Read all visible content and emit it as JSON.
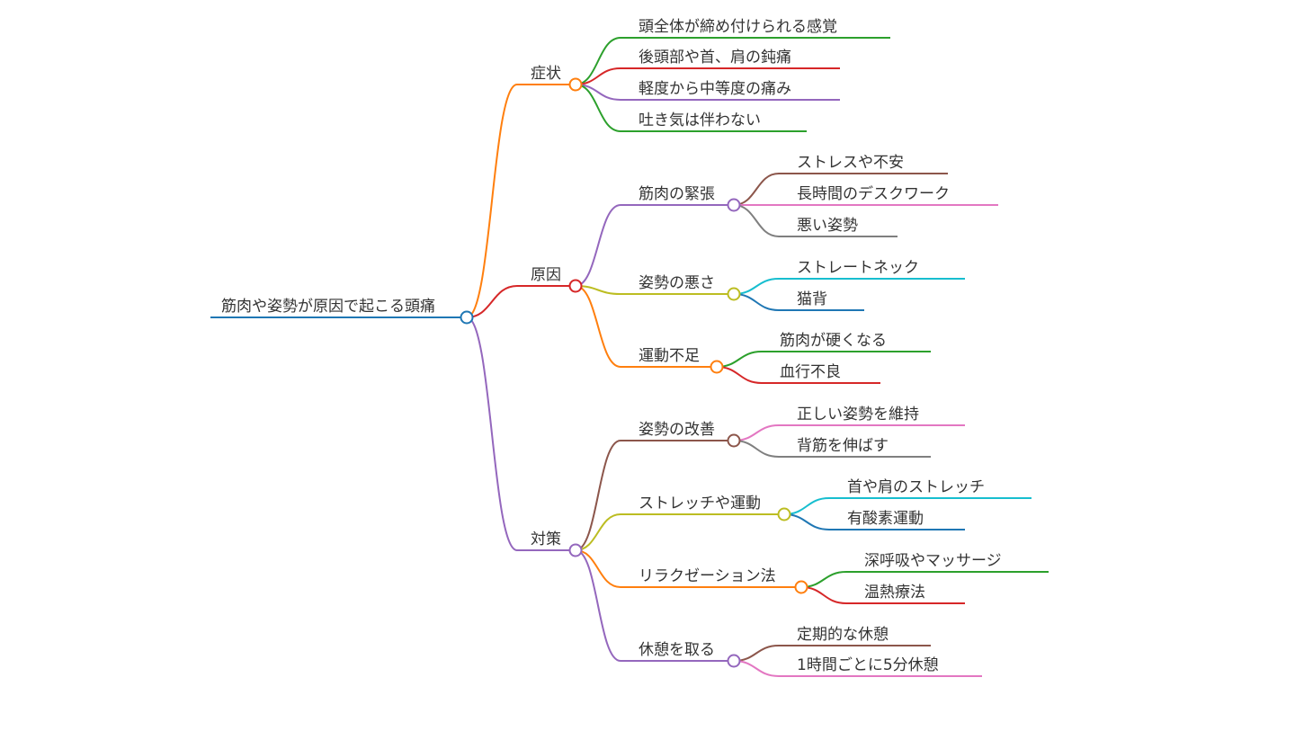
{
  "root": {
    "label": "筋肉や姿勢が原因で起こる頭痛",
    "color": "#1f77b4",
    "children": [
      {
        "label": "症状",
        "color": "#ff7f0e",
        "children": [
          {
            "label": "頭全体が締め付けられる感覚",
            "color": "#2ca02c"
          },
          {
            "label": "後頭部や首、肩の鈍痛",
            "color": "#d62728"
          },
          {
            "label": "軽度から中等度の痛み",
            "color": "#9467bd"
          },
          {
            "label": "吐き気は伴わない",
            "color": "#2ca02c"
          }
        ]
      },
      {
        "label": "原因",
        "color": "#d62728",
        "children": [
          {
            "label": "筋肉の緊張",
            "color": "#9467bd",
            "children": [
              {
                "label": "ストレスや不安",
                "color": "#8c564b"
              },
              {
                "label": "長時間のデスクワーク",
                "color": "#e377c2"
              },
              {
                "label": "悪い姿勢",
                "color": "#7f7f7f"
              }
            ]
          },
          {
            "label": "姿勢の悪さ",
            "color": "#bcbd22",
            "children": [
              {
                "label": "ストレートネック",
                "color": "#17becf"
              },
              {
                "label": "猫背",
                "color": "#1f77b4"
              }
            ]
          },
          {
            "label": "運動不足",
            "color": "#ff7f0e",
            "children": [
              {
                "label": "筋肉が硬くなる",
                "color": "#2ca02c"
              },
              {
                "label": "血行不良",
                "color": "#d62728"
              }
            ]
          }
        ]
      },
      {
        "label": "対策",
        "color": "#9467bd",
        "children": [
          {
            "label": "姿勢の改善",
            "color": "#8c564b",
            "children": [
              {
                "label": "正しい姿勢を維持",
                "color": "#e377c2"
              },
              {
                "label": "背筋を伸ばす",
                "color": "#7f7f7f"
              }
            ]
          },
          {
            "label": "ストレッチや運動",
            "color": "#bcbd22",
            "children": [
              {
                "label": "首や肩のストレッチ",
                "color": "#17becf"
              },
              {
                "label": "有酸素運動",
                "color": "#1f77b4"
              }
            ]
          },
          {
            "label": "リラクゼーション法",
            "color": "#ff7f0e",
            "children": [
              {
                "label": "深呼吸やマッサージ",
                "color": "#2ca02c"
              },
              {
                "label": "温熱療法",
                "color": "#d62728"
              }
            ]
          },
          {
            "label": "休憩を取る",
            "color": "#9467bd",
            "children": [
              {
                "label": "定期的な休憩",
                "color": "#8c564b"
              },
              {
                "label": "1時間ごとに5分休憩",
                "color": "#e377c2"
              }
            ]
          }
        ]
      }
    ]
  }
}
